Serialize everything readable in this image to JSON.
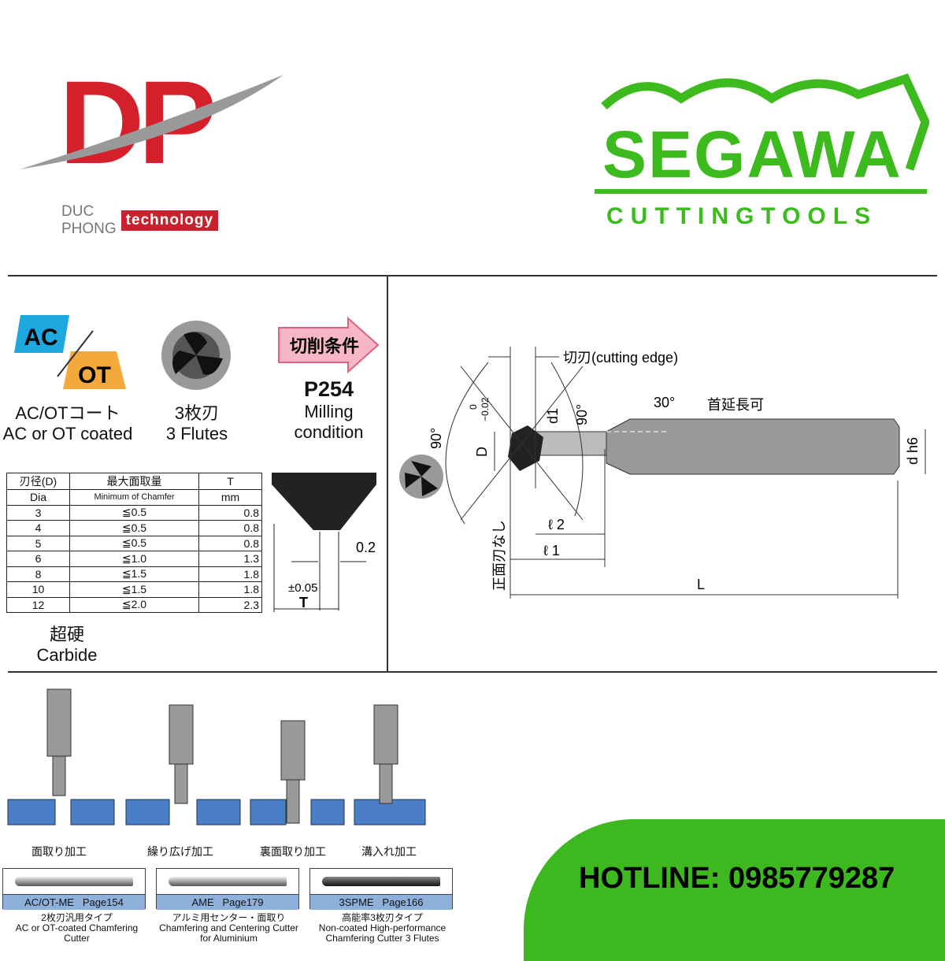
{
  "logos": {
    "dp": {
      "letters": "DP",
      "name": "DUC PHONG",
      "tag": "technology"
    },
    "segawa": {
      "name": "SEGAWA",
      "sub": "CUTTINGTOOLS"
    }
  },
  "features": {
    "coating": {
      "badge_ac": "AC",
      "badge_ot": "OT",
      "jp": "AC/OTコート",
      "en": "AC or OT coated"
    },
    "flutes": {
      "jp": "3枚刃",
      "en": "3 Flutes"
    },
    "condition": {
      "arrow": "切削条件",
      "code": "P254",
      "en1": "Milling",
      "en2": "condition"
    },
    "material": {
      "jp": "超硬",
      "en": "Carbide"
    }
  },
  "spec_table": {
    "headers_jp": [
      "刃径(D)",
      "最大面取量",
      "T"
    ],
    "headers_en": [
      "Dia",
      "Minimum of Chamfer",
      "mm"
    ],
    "rows": [
      [
        "3",
        "≦0.5",
        "0.8"
      ],
      [
        "4",
        "≦0.5",
        "0.8"
      ],
      [
        "5",
        "≦0.5",
        "0.8"
      ],
      [
        "6",
        "≦1.0",
        "1.3"
      ],
      [
        "8",
        "≦1.5",
        "1.8"
      ],
      [
        "10",
        "≦1.5",
        "1.8"
      ],
      [
        "12",
        "≦2.0",
        "2.3"
      ]
    ]
  },
  "chamfer_detail": {
    "flat": "0.2",
    "tol": "±0.05",
    "T": "T"
  },
  "drawing": {
    "cutting_edge": "切刃(cutting edge)",
    "angle30": "30°",
    "neck": "首延長可",
    "angle90a": "90°",
    "angle90b": "90°",
    "tol_top": "0",
    "tol_bottom": "−0.02",
    "D": "D",
    "d1": "d1",
    "dh6": "d h6",
    "l2": "ℓ 2",
    "l1": "ℓ 1",
    "L": "L",
    "no_front": "正面刃なし"
  },
  "applications": [
    "面取り加工",
    "繰り広げ加工",
    "裏面取り加工",
    "溝入れ加工"
  ],
  "products": [
    {
      "code": "AC/OT-ME",
      "page": "Page154",
      "jp": "2枚刃汎用タイプ",
      "en1": "AC or OT-coated Chamfering",
      "en2": "Cutter"
    },
    {
      "code": "AME",
      "page": "Page179",
      "jp": "アルミ用センター・面取り",
      "en1": "Chamfering and Centering Cutter",
      "en2": "for Aluminium"
    },
    {
      "code": "3SPME",
      "page": "Page166",
      "jp": "高能率3枚刃タイプ",
      "en1": "Non-coated High-performance",
      "en2": "Chamfering Cutter 3 Flutes"
    }
  ],
  "hotline": "HOTLINE: 0985779287",
  "colors": {
    "dp_red": "#d4202a",
    "segawa_green": "#3dbb1e",
    "banner_green": "#3db81f",
    "product_bar": "#8fb0da",
    "workpiece_blue": "#4a7fc8"
  }
}
